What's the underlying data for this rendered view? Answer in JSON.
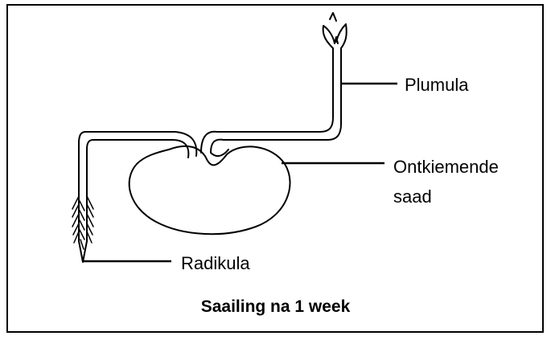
{
  "labels": {
    "plumula": "Plumula",
    "ontkiemende": "Ontkiemende",
    "saad": "saad",
    "radikula": "Radikula"
  },
  "caption": "Saailing na 1 week",
  "colors": {
    "ink": "#000000",
    "background": "#ffffff"
  }
}
